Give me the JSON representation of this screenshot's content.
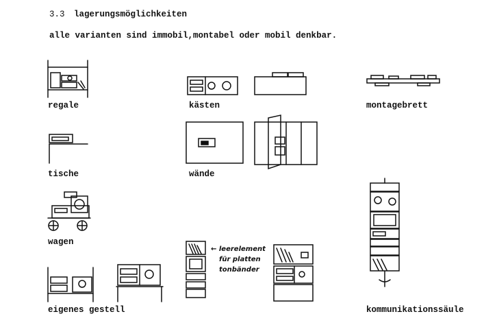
{
  "heading": {
    "number": "3.3",
    "title": "lagerungsmöglichkeiten"
  },
  "intro": "alle varianten sind immobil,montabel oder mobil denkbar.",
  "labels": {
    "regale": "regale",
    "kaesten": "kästen",
    "montagebrett": "montagebrett",
    "tische": "tische",
    "waende": "wände",
    "wagen": "wagen",
    "eigenes_gestell": "eigenes gestell",
    "kommunikationssaeule": "kommunikationssäule"
  },
  "annotation": {
    "line1": "← leerelement",
    "line2": "für platten",
    "line3": "tonbänder"
  }
}
